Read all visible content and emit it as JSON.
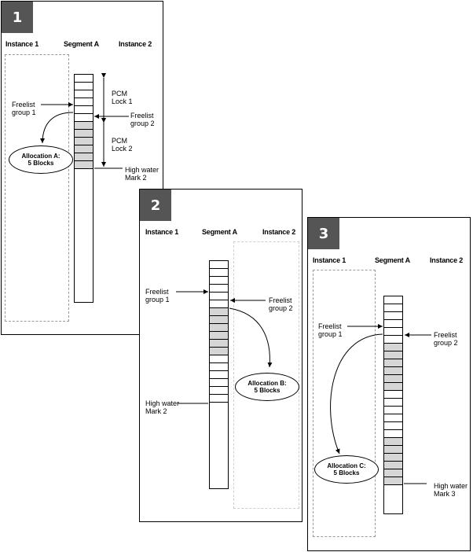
{
  "panels": [
    {
      "number": "1",
      "headers": {
        "instance1": "Instance 1",
        "segment": "Segment A",
        "instance2": "Instance 2"
      },
      "labels": {
        "freelist_group_1": [
          "Freelist",
          "group 1"
        ],
        "freelist_group_2": [
          "Freelist",
          "group 2"
        ],
        "pcm_lock_1": [
          "PCM",
          "Lock 1"
        ],
        "pcm_lock_2": [
          "PCM",
          "Lock 2"
        ],
        "high_water_mark": [
          "High water",
          "Mark 2"
        ]
      },
      "allocation": {
        "title": "Allocation   A:",
        "blocks": "5 Blocks"
      }
    },
    {
      "number": "2",
      "headers": {
        "instance1": "Instance 1",
        "segment": "Segment A",
        "instance2": "Instance 2"
      },
      "labels": {
        "freelist_group_1": [
          "Freelist",
          "group 1"
        ],
        "freelist_group_2": [
          "Freelist",
          "group 2"
        ],
        "high_water_mark": [
          "High water",
          "Mark 2"
        ]
      },
      "allocation": {
        "title": "Allocation   B:",
        "blocks": "5 Blocks"
      }
    },
    {
      "number": "3",
      "headers": {
        "instance1": "Instance 1",
        "segment": "Segment A",
        "instance2": "Instance 2"
      },
      "labels": {
        "freelist_group_1": [
          "Freelist",
          "group 1"
        ],
        "freelist_group_2": [
          "Freelist",
          "group 2"
        ],
        "high_water_mark": [
          "High water",
          "Mark 3"
        ]
      },
      "allocation": {
        "title": "Allocation   C:",
        "blocks": "5 Blocks"
      }
    }
  ],
  "colors": {
    "badge": "#555555",
    "allocated_block": "#d6d6d6",
    "border": "#000000",
    "dashed": "#9a9a9a"
  }
}
